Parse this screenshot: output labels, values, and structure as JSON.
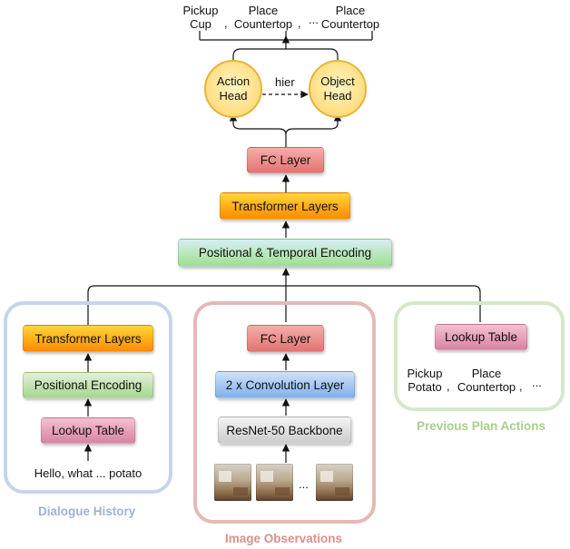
{
  "outputs": {
    "o1_line1": "Pickup",
    "o1_line2": "Cup",
    "o2_line1": "Place",
    "o2_line2": "Countertop",
    "o3_line1": "Place",
    "o3_line2": "Countertop",
    "comma": ",",
    "ellipsis": "..."
  },
  "heads": {
    "action": "Action Head",
    "object": "Object Head",
    "edge_label": "hier"
  },
  "main_stack": {
    "fc_layer": "FC Layer",
    "transformer_layers": "Transformer Layers",
    "pos_temporal": "Positional & Temporal Encoding"
  },
  "dialogue": {
    "transformer_layers": "Transformer Layers",
    "positional_encoding": "Positional Encoding",
    "lookup_table": "Lookup Table",
    "input_text": "Hello, what ... potato",
    "caption": "Dialogue History",
    "caption_color": "#9cb3d9"
  },
  "image": {
    "fc_layer": "FC Layer",
    "conv": "2 x Convolution Layer",
    "backbone": "ResNet-50 Backbone",
    "ellipsis": "...",
    "caption": "Image Observations",
    "caption_color": "#db8f8b"
  },
  "plan": {
    "lookup_table": "Lookup Table",
    "a1_line1": "Pickup",
    "a1_line2": "Potato",
    "a2_line1": "Place",
    "a2_line2": "Countertop",
    "comma": ",",
    "ellipsis": "...",
    "caption": "Previous Plan Actions",
    "caption_color": "#a7cf8d"
  }
}
